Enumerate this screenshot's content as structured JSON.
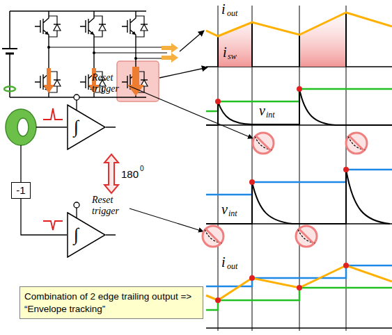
{
  "diagram": {
    "nodes": [
      {
        "text": [
          "∫"
        ]
      },
      {
        "text": [
          "-1"
        ]
      },
      {
        "text": [
          "∫"
        ]
      },
      {
        "text": [
          "Combination of 2 edge trailing output => “Envelope tracking”"
        ]
      }
    ],
    "edges": [
      {
        "from": 1,
        "to": 2,
        "arrow": "none"
      }
    ],
    "labels": [
      "i",
      "out",
      "i",
      "sw",
      "v",
      "int",
      "Reset trigger",
      "180",
      "0",
      "Reset trigger",
      "v",
      "int",
      "i",
      "out"
    ]
  }
}
